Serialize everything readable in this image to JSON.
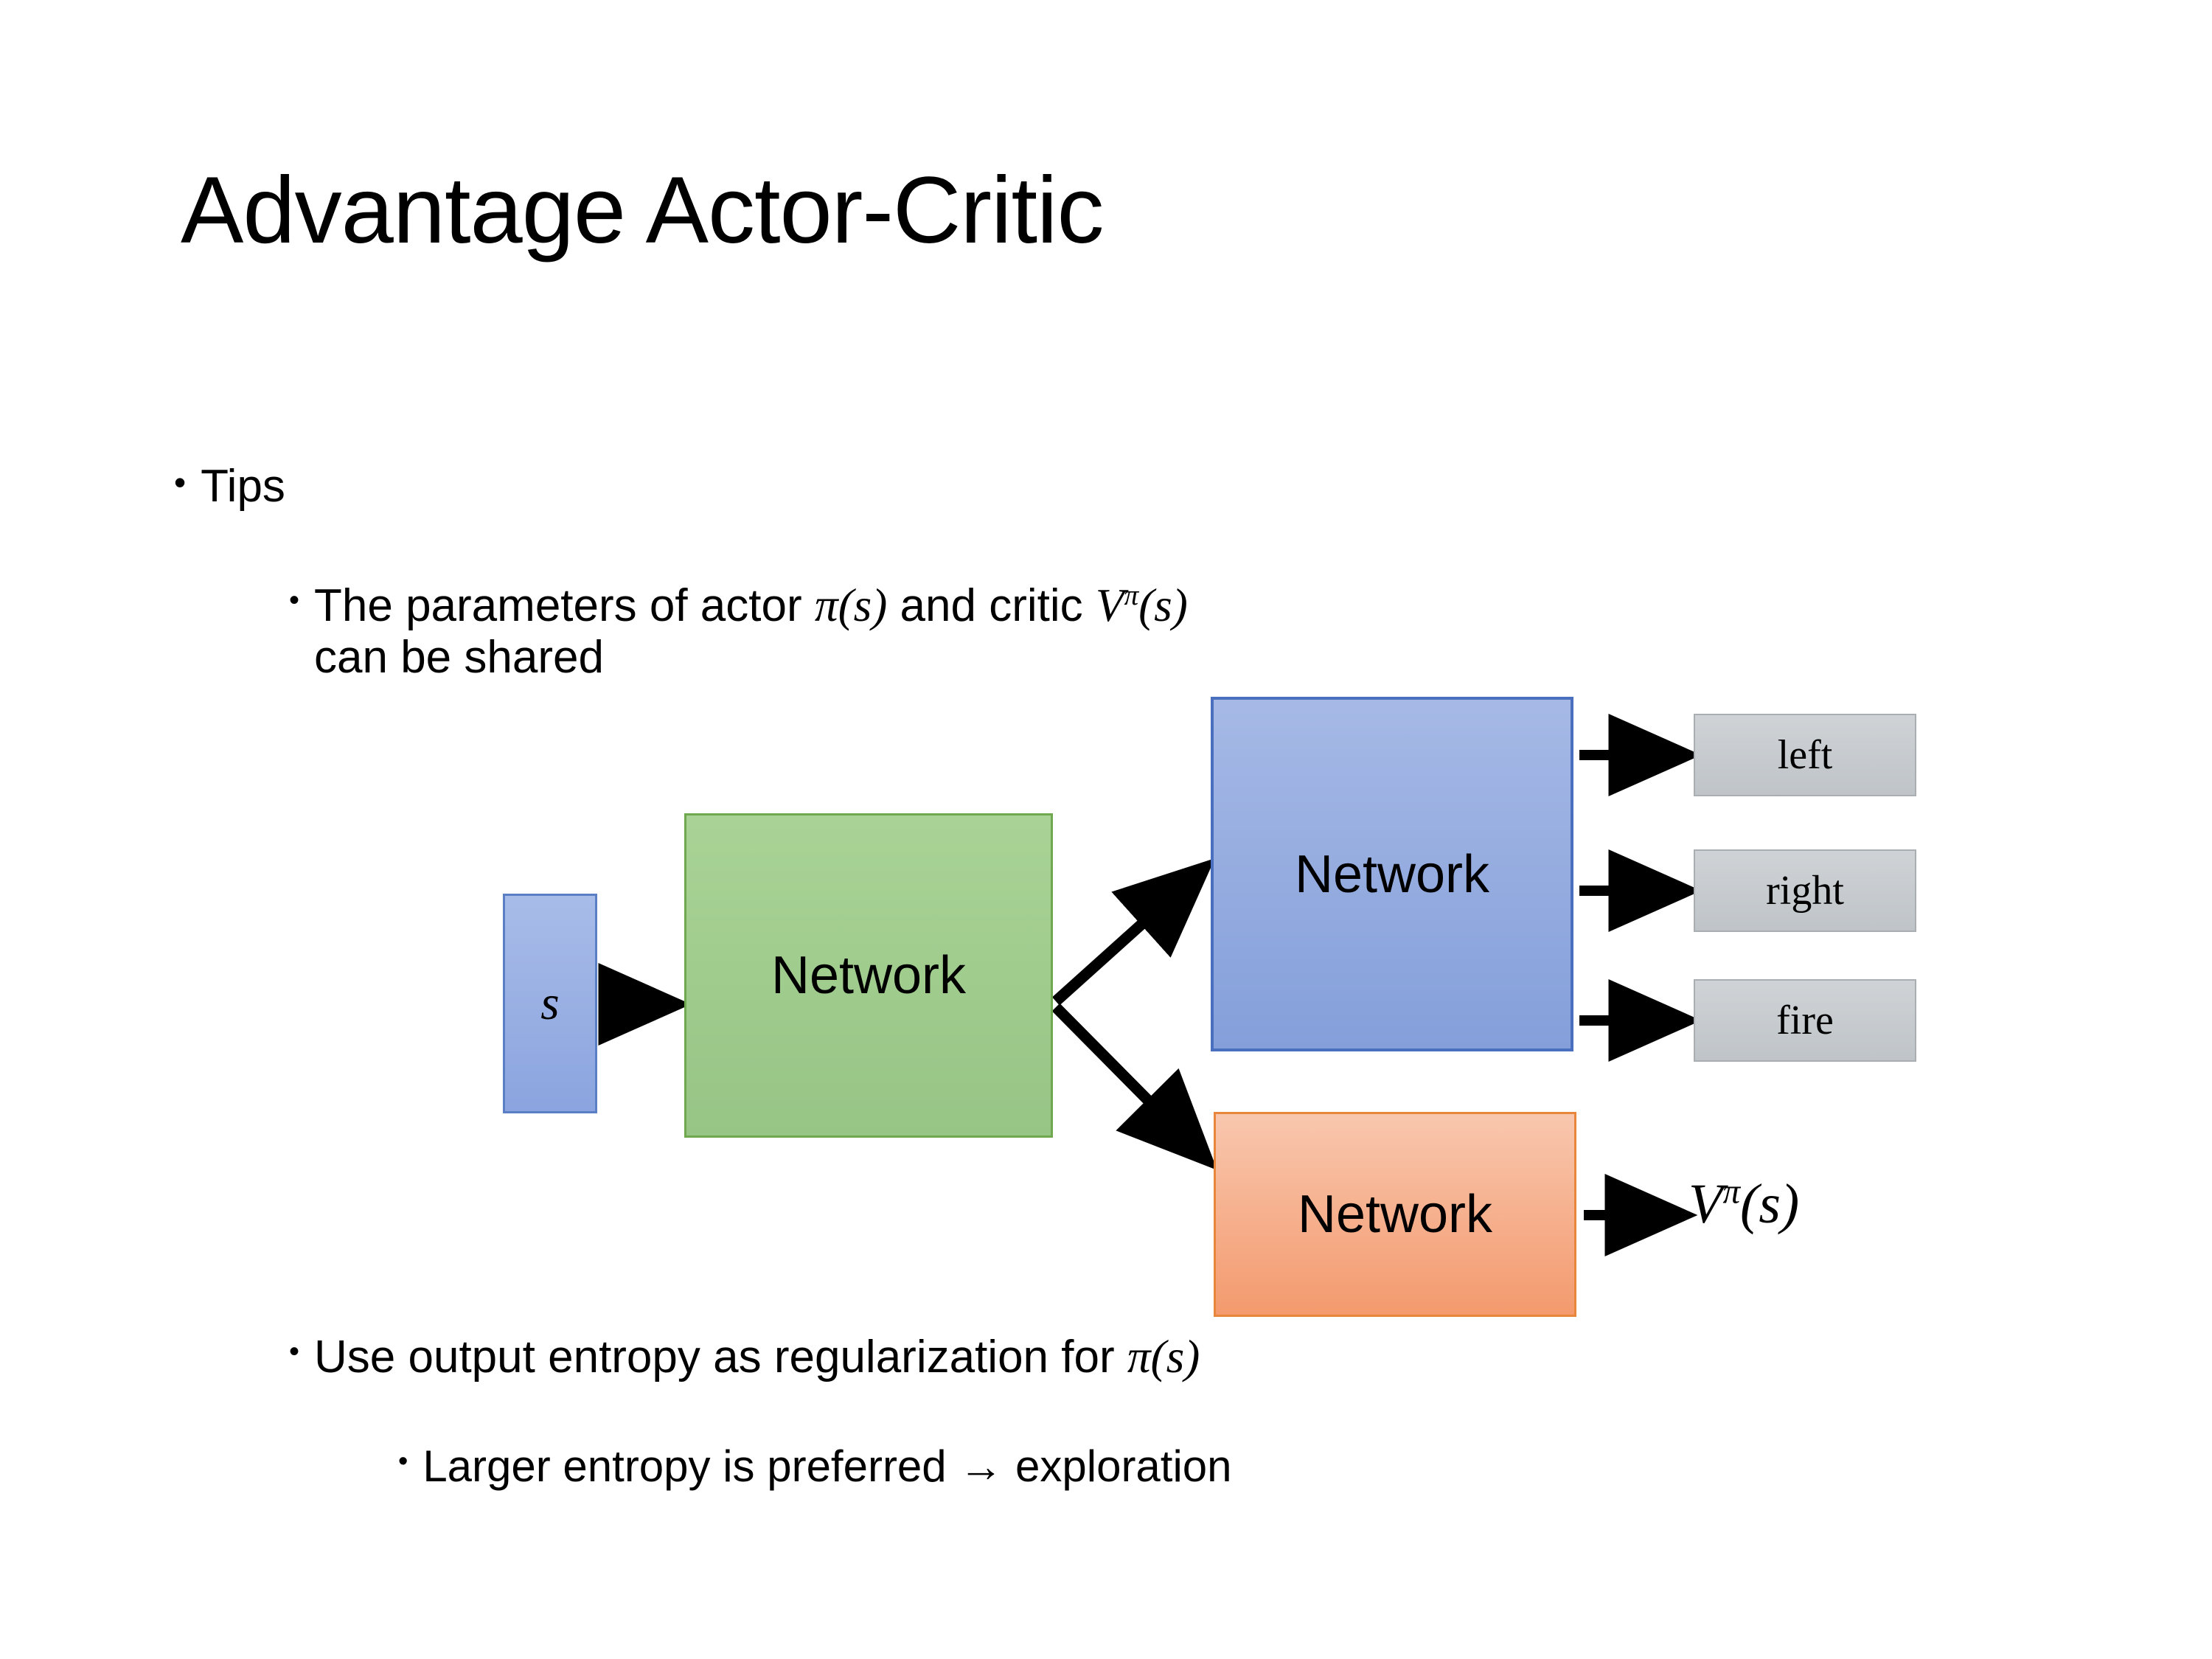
{
  "slide": {
    "title": "Advantage Actor-Critic",
    "bullet_char": "•"
  },
  "bullets": {
    "tips": "Tips",
    "shared": {
      "pre": "The parameters of actor ",
      "actor_pi": "π",
      "actor_arg": "(s)",
      "mid": "  and critic ",
      "critic_v": "V",
      "critic_sup": "π",
      "critic_arg": "(s)",
      "tail": "can be shared",
      "full_text": "The parameters of actor π(s)  and critic Vπ(s) can be shared"
    },
    "entropy": {
      "pre": "Use output entropy as regularization for ",
      "pi": "π",
      "arg": "(s)",
      "full_text": "Use output entropy as regularization for π(s)"
    },
    "larger": "Larger entropy is preferred → exploration"
  },
  "diagram": {
    "state_label": "s",
    "shared_network_label": "Network",
    "actor_network_label": "Network",
    "critic_network_label": "Network",
    "actions": [
      "left",
      "right",
      "fire"
    ],
    "critic_output": {
      "base": "V",
      "sup": "π",
      "arg": "(s)"
    },
    "colors": {
      "state_fill": "#9bb0e0",
      "state_border": "#5a7fc4",
      "shared_fill": "#9ecb8b",
      "shared_border": "#6fa84f",
      "actor_fill": "#93abe0",
      "actor_border": "#4a6fbf",
      "critic_fill": "#f5ac8c",
      "critic_border": "#e8863c",
      "action_fill": "#c8cccf",
      "action_border": "#a9aeb2",
      "arrow": "#000000",
      "background": "#ffffff",
      "text": "#000000"
    }
  }
}
